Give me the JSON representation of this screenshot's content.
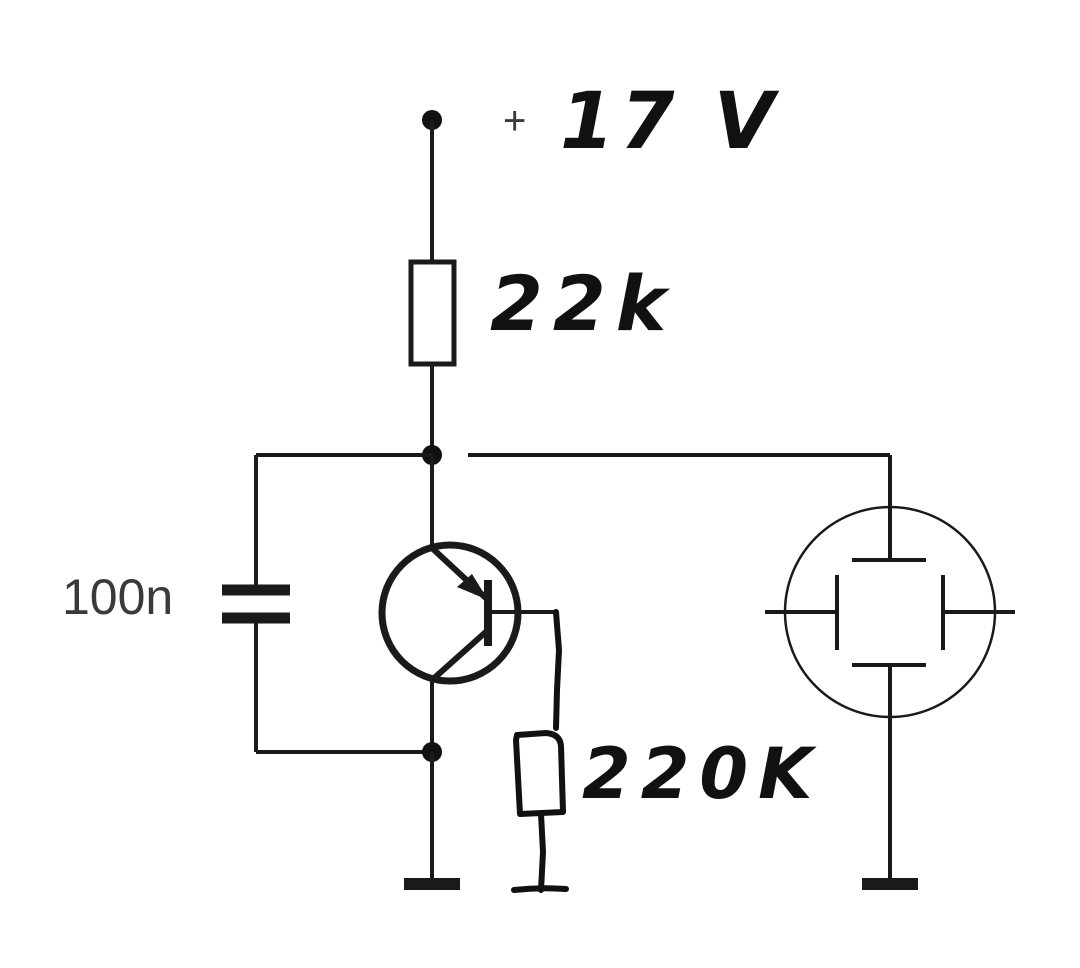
{
  "schematic": {
    "supply_label_plus": "+",
    "supply_label_value": "17 V",
    "collector_resistor_label": "22k",
    "capacitor_label": "100n",
    "base_resistor_label": "220K"
  }
}
